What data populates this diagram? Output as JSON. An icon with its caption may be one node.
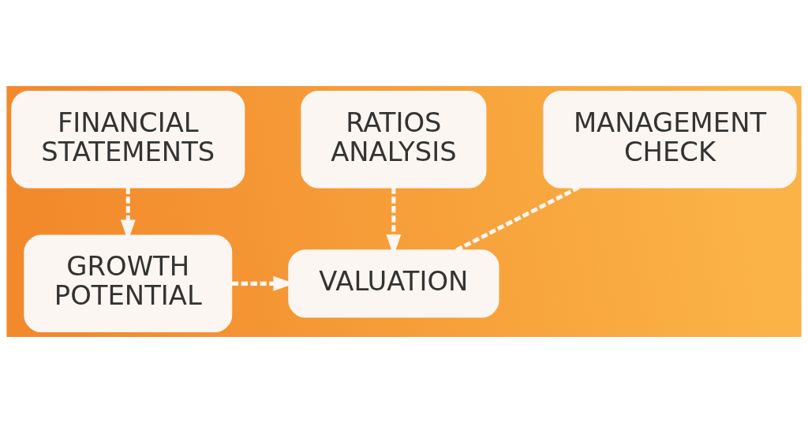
{
  "diagram": {
    "nodes": [
      {
        "text": [
          "FINANCIAL STATEMENTS"
        ]
      },
      {
        "text": [
          "RATIOS ANALYSIS"
        ]
      },
      {
        "text": [
          "MANAGEMENT CHECK"
        ]
      },
      {
        "text": [
          "GROWTH POTENTIAL"
        ]
      },
      {
        "text": [
          "VALUATION"
        ]
      }
    ],
    "edges": [
      {
        "from": 0,
        "to": 3,
        "arrow": "to",
        "style": "dashed"
      },
      {
        "from": 3,
        "to": 4,
        "arrow": "to",
        "style": "dashed"
      },
      {
        "from": 1,
        "to": 4,
        "arrow": "to",
        "style": "dashed"
      },
      {
        "from": 4,
        "to": 2,
        "arrow": "none",
        "style": "dashed"
      }
    ]
  }
}
